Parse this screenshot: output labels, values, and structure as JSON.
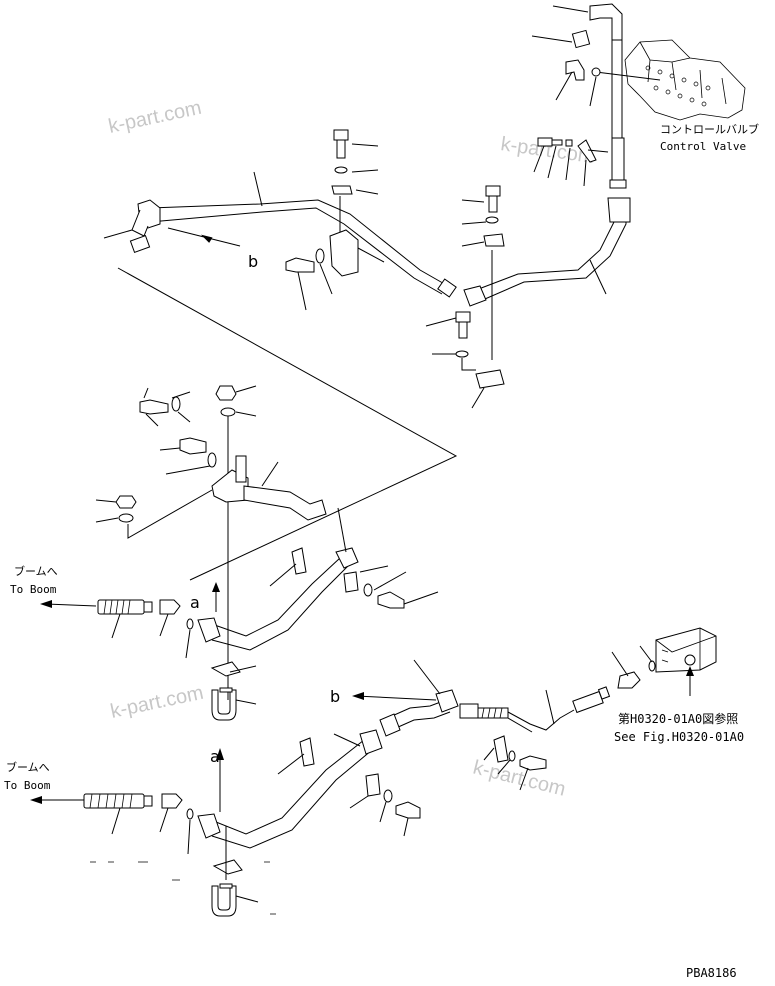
{
  "labels": {
    "control_valve_jp": "コントロールバルブ",
    "control_valve_en": "Control Valve",
    "to_boom_jp_1": "ブームへ",
    "to_boom_en_1": "To Boom",
    "to_boom_jp_2": "ブームへ",
    "to_boom_en_2": "To Boom",
    "see_fig_jp": "第H0320-01A0図参照",
    "see_fig_en": "See Fig.H0320-01A0",
    "view_b_1": "b",
    "view_b_2": "b",
    "view_a_1": "a",
    "view_a_2": "a",
    "drawing_code": "PBA8186"
  },
  "watermarks": [
    "k-part.com",
    "k-part.com",
    "k-part.com",
    "k-part.com"
  ]
}
